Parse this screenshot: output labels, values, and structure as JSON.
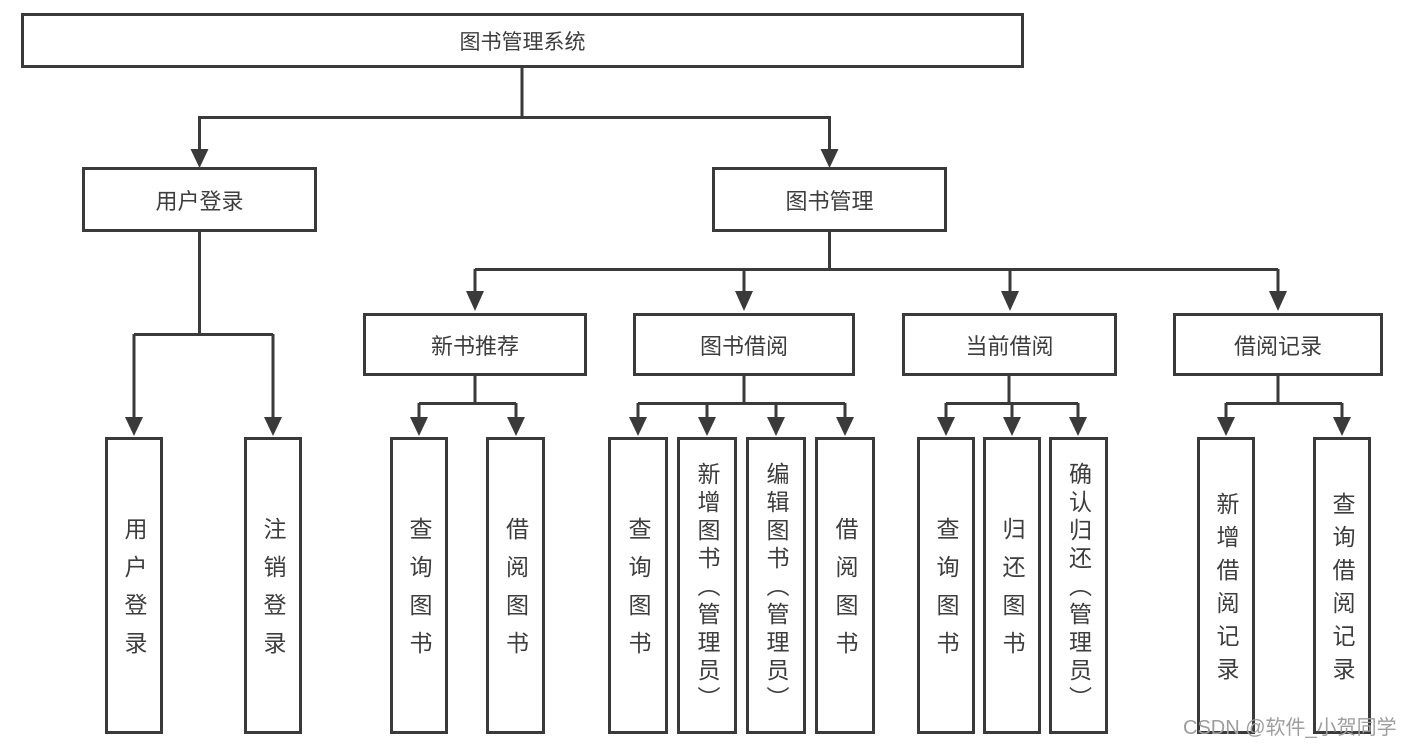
{
  "tree": {
    "root": "图书管理系统",
    "branches": [
      {
        "label": "用户登录",
        "leaves": [
          "用户登录",
          "注销登录"
        ]
      },
      {
        "label": "图书管理",
        "groups": [
          {
            "label": "新书推荐",
            "leaves": [
              "查询图书",
              "借阅图书"
            ]
          },
          {
            "label": "图书借阅",
            "leaves": [
              "查询图书",
              "新增图书（管理员）",
              "编辑图书（管理员）",
              "借阅图书"
            ]
          },
          {
            "label": "当前借阅",
            "leaves": [
              "查询图书",
              "归还图书",
              "确认归还（管理员）"
            ]
          },
          {
            "label": "借阅记录",
            "leaves": [
              "新增借阅记录",
              "查询借阅记录"
            ]
          }
        ]
      }
    ]
  },
  "watermark": "CSDN @软件_小贺同学",
  "colors": {
    "line": "#3a3a3a",
    "text": "#3d3d3d",
    "watermark": "#9e9e9e",
    "background": "#ffffff"
  }
}
